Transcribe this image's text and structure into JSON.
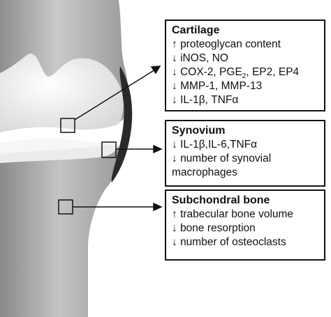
{
  "panels": {
    "cartilage": {
      "title": "Cartilage",
      "lines": [
        {
          "arrow": "↑",
          "text": "proteoglycan content"
        },
        {
          "arrow": "↓",
          "text": "iNOS, NO"
        },
        {
          "arrow": "↓",
          "pre": "COX-2, PGE",
          "sub": "2",
          "post": ", EP2, EP4"
        },
        {
          "arrow": "↓",
          "text": "MMP-1, MMP-13"
        },
        {
          "arrow": "↓",
          "text": "IL-1β, TNFα"
        }
      ]
    },
    "synovium": {
      "title": "Synovium",
      "lines": [
        {
          "arrow": "↓",
          "text": "IL-1β,IL-6,TNFα"
        },
        {
          "arrow": "↓",
          "text": "number of synovial"
        },
        {
          "arrow": "",
          "text": "macrophages"
        }
      ]
    },
    "bone": {
      "title": "Subchondral bone",
      "lines": [
        {
          "arrow": "↑",
          "text": "trabecular bone volume"
        },
        {
          "arrow": "↓",
          "text": "bone resorption"
        },
        {
          "arrow": "↓",
          "text": "number of osteoclasts"
        }
      ]
    }
  },
  "colors": {
    "bone_dark": "#7a7a7a",
    "bone_mid": "#a9a9a9",
    "bone_light": "#d4d4d4",
    "cartilage": "#f4f4f4",
    "synovium": "#2a2a2a",
    "line": "#111111"
  }
}
